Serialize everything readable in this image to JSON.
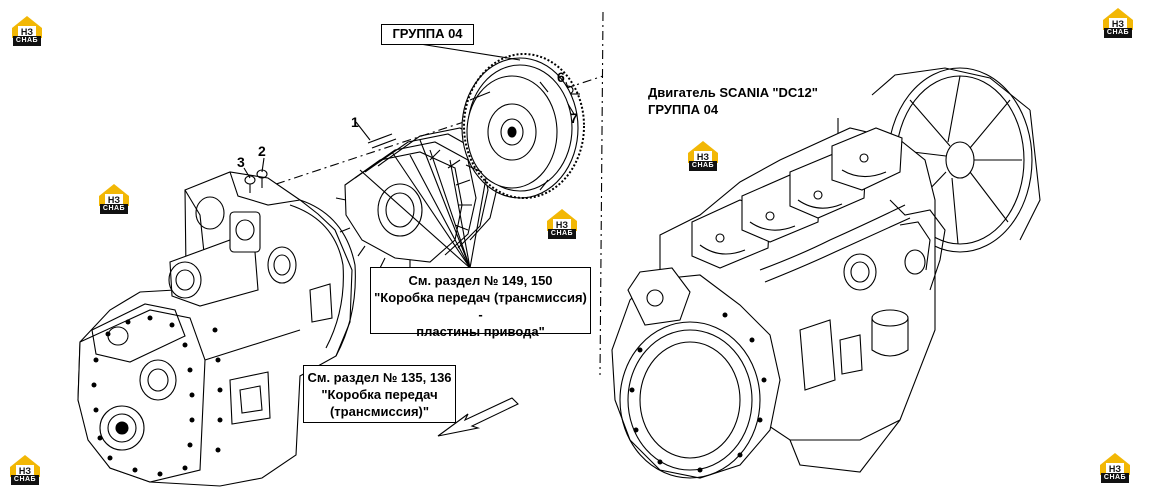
{
  "labels": {
    "group_top": "ГРУППА 04",
    "engine_title": "Двигатель SCANIA \"DC12\"",
    "engine_group": "ГРУППА 04",
    "see_149_line1": "См. раздел № 149, 150",
    "see_149_line2": "\"Коробка передач (трансмиссия) -",
    "see_149_line3": "пластины привода\"",
    "see_135_line1": "См. раздел № 135, 136",
    "see_135_line2": "\"Коробка передач",
    "see_135_line3": "(трансмиссия)\""
  },
  "callouts": [
    "1",
    "2",
    "3",
    "6",
    "7"
  ],
  "logo": {
    "brand_text": "СНАБ",
    "accent_color": "#f2b705",
    "icon": "nz-house-logo-icon"
  },
  "colors": {
    "line": "#000000",
    "background": "#ffffff"
  }
}
